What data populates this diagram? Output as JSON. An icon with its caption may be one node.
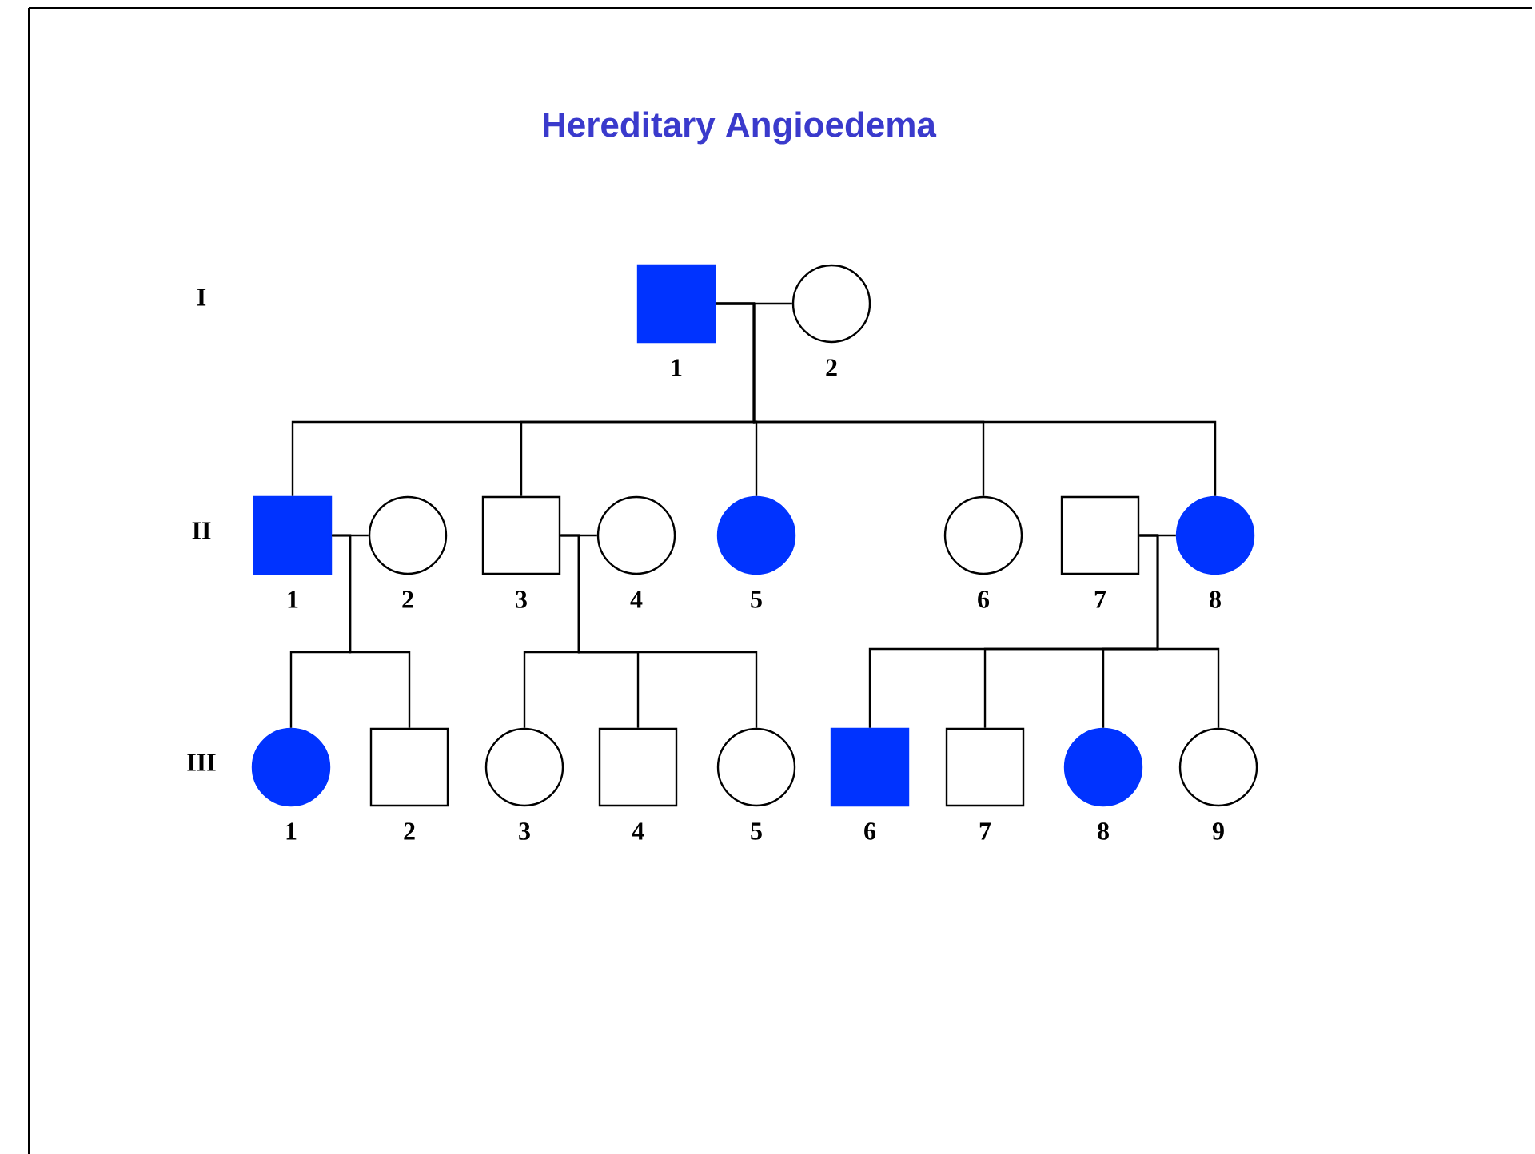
{
  "diagram": {
    "title": "Hereditary Angioedema",
    "nodes": [
      {
        "text": [],
        "shape": "box",
        "beside": [
          "1"
        ]
      },
      {
        "text": [],
        "shape": "circle",
        "beside": [
          "2"
        ]
      },
      {
        "text": [],
        "shape": "box",
        "beside": [
          "1"
        ]
      },
      {
        "text": [],
        "shape": "circle",
        "beside": [
          "2"
        ]
      },
      {
        "text": [],
        "shape": "box",
        "beside": [
          "3"
        ]
      },
      {
        "text": [],
        "shape": "circle",
        "beside": [
          "4"
        ]
      },
      {
        "text": [],
        "shape": "circle",
        "beside": [
          "5"
        ]
      },
      {
        "text": [],
        "shape": "circle",
        "beside": [
          "6"
        ]
      },
      {
        "text": [],
        "shape": "box",
        "beside": [
          "7"
        ]
      },
      {
        "text": [],
        "shape": "circle",
        "beside": [
          "8"
        ]
      },
      {
        "text": [],
        "shape": "circle",
        "beside": [
          "1"
        ]
      },
      {
        "text": [],
        "shape": "box",
        "beside": [
          "2"
        ]
      },
      {
        "text": [],
        "shape": "circle",
        "beside": [
          "3"
        ]
      },
      {
        "text": [],
        "shape": "box",
        "beside": [
          "4"
        ]
      },
      {
        "text": [],
        "shape": "circle",
        "beside": [
          "5"
        ]
      },
      {
        "text": [],
        "shape": "box",
        "beside": [
          "6"
        ]
      },
      {
        "text": [],
        "shape": "box",
        "beside": [
          "7"
        ]
      },
      {
        "text": [],
        "shape": "circle",
        "beside": [
          "8"
        ]
      },
      {
        "text": [],
        "shape": "circle",
        "beside": [
          "9"
        ]
      }
    ],
    "edges": [
      {
        "from": 0,
        "to": 1,
        "arrow": "none"
      },
      {
        "from": 0,
        "to": 2,
        "arrow": "none"
      },
      {
        "from": 0,
        "to": 4,
        "arrow": "none"
      },
      {
        "from": 0,
        "to": 6,
        "arrow": "none"
      },
      {
        "from": 0,
        "to": 7,
        "arrow": "none"
      },
      {
        "from": 0,
        "to": 9,
        "arrow": "none"
      },
      {
        "from": 2,
        "to": 3,
        "arrow": "none"
      },
      {
        "from": 4,
        "to": 5,
        "arrow": "none"
      },
      {
        "from": 8,
        "to": 9,
        "arrow": "none"
      },
      {
        "from": 2,
        "to": 10,
        "arrow": "none"
      },
      {
        "from": 2,
        "to": 11,
        "arrow": "none"
      },
      {
        "from": 4,
        "to": 12,
        "arrow": "none"
      },
      {
        "from": 4,
        "to": 13,
        "arrow": "none"
      },
      {
        "from": 4,
        "to": 14,
        "arrow": "none"
      },
      {
        "from": 8,
        "to": 15,
        "arrow": "none"
      },
      {
        "from": 8,
        "to": 16,
        "arrow": "none"
      },
      {
        "from": 8,
        "to": 17,
        "arrow": "none"
      },
      {
        "from": 8,
        "to": 18,
        "arrow": "none"
      }
    ],
    "labels": [
      "I",
      "II",
      "III"
    ]
  }
}
